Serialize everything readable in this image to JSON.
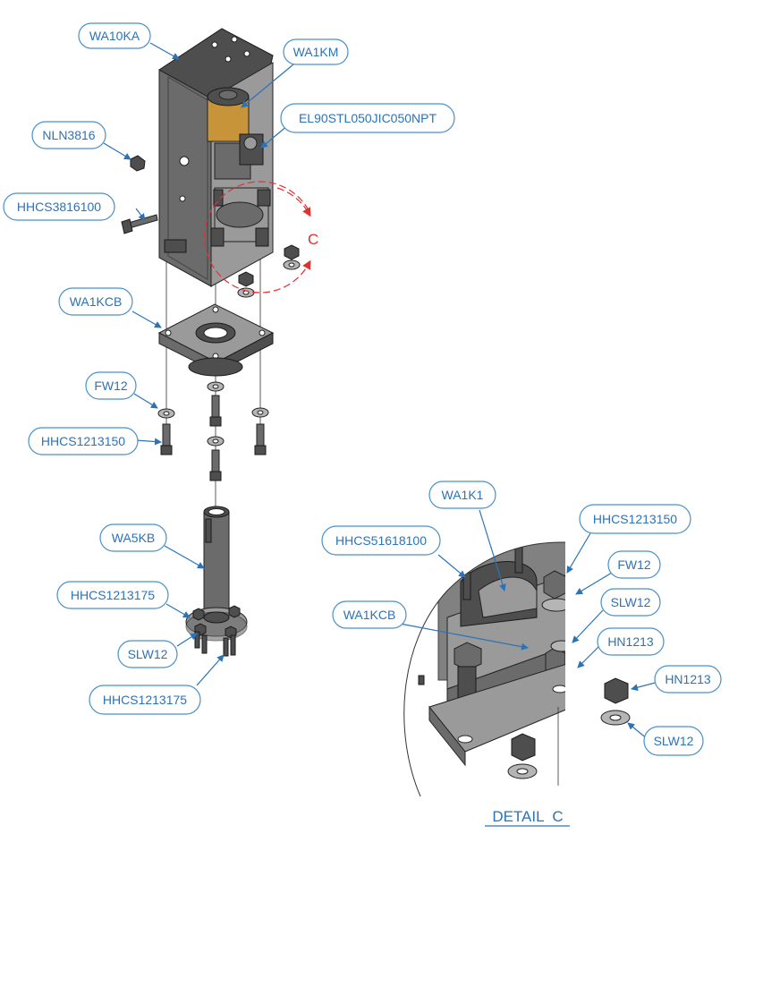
{
  "labels": {
    "wa10ka": "WA10KA",
    "wa1km": "WA1KM",
    "el90": "EL90STL050JIC050NPT",
    "nln3816": "NLN3816",
    "hhcs3816100": "HHCS3816100",
    "wa1kcb": "WA1KCB",
    "fw12": "FW12",
    "hhcs1213150": "HHCS1213150",
    "wa5kb": "WA5KB",
    "hhcs1213175_a": "HHCS1213175",
    "slw12": "SLW12",
    "hhcs1213175_b": "HHCS1213175",
    "d_wa1k1": "WA1K1",
    "d_hhcs51618100": "HHCS51618100",
    "d_hhcs1213150": "HHCS1213150",
    "d_fw12": "FW12",
    "d_wa1kcb": "WA1KCB",
    "d_slw12_a": "SLW12",
    "d_hn1213_a": "HN1213",
    "d_hn1213_b": "HN1213",
    "d_slw12_b": "SLW12"
  },
  "detail": {
    "letter": "C",
    "title": "DETAIL  C"
  },
  "colors": {
    "label_text": "#2b73b8",
    "label_border": "#4a90c8",
    "detail_marker": "#e03030",
    "metal": "#6b6b6b",
    "bronze": "#c8943a"
  }
}
